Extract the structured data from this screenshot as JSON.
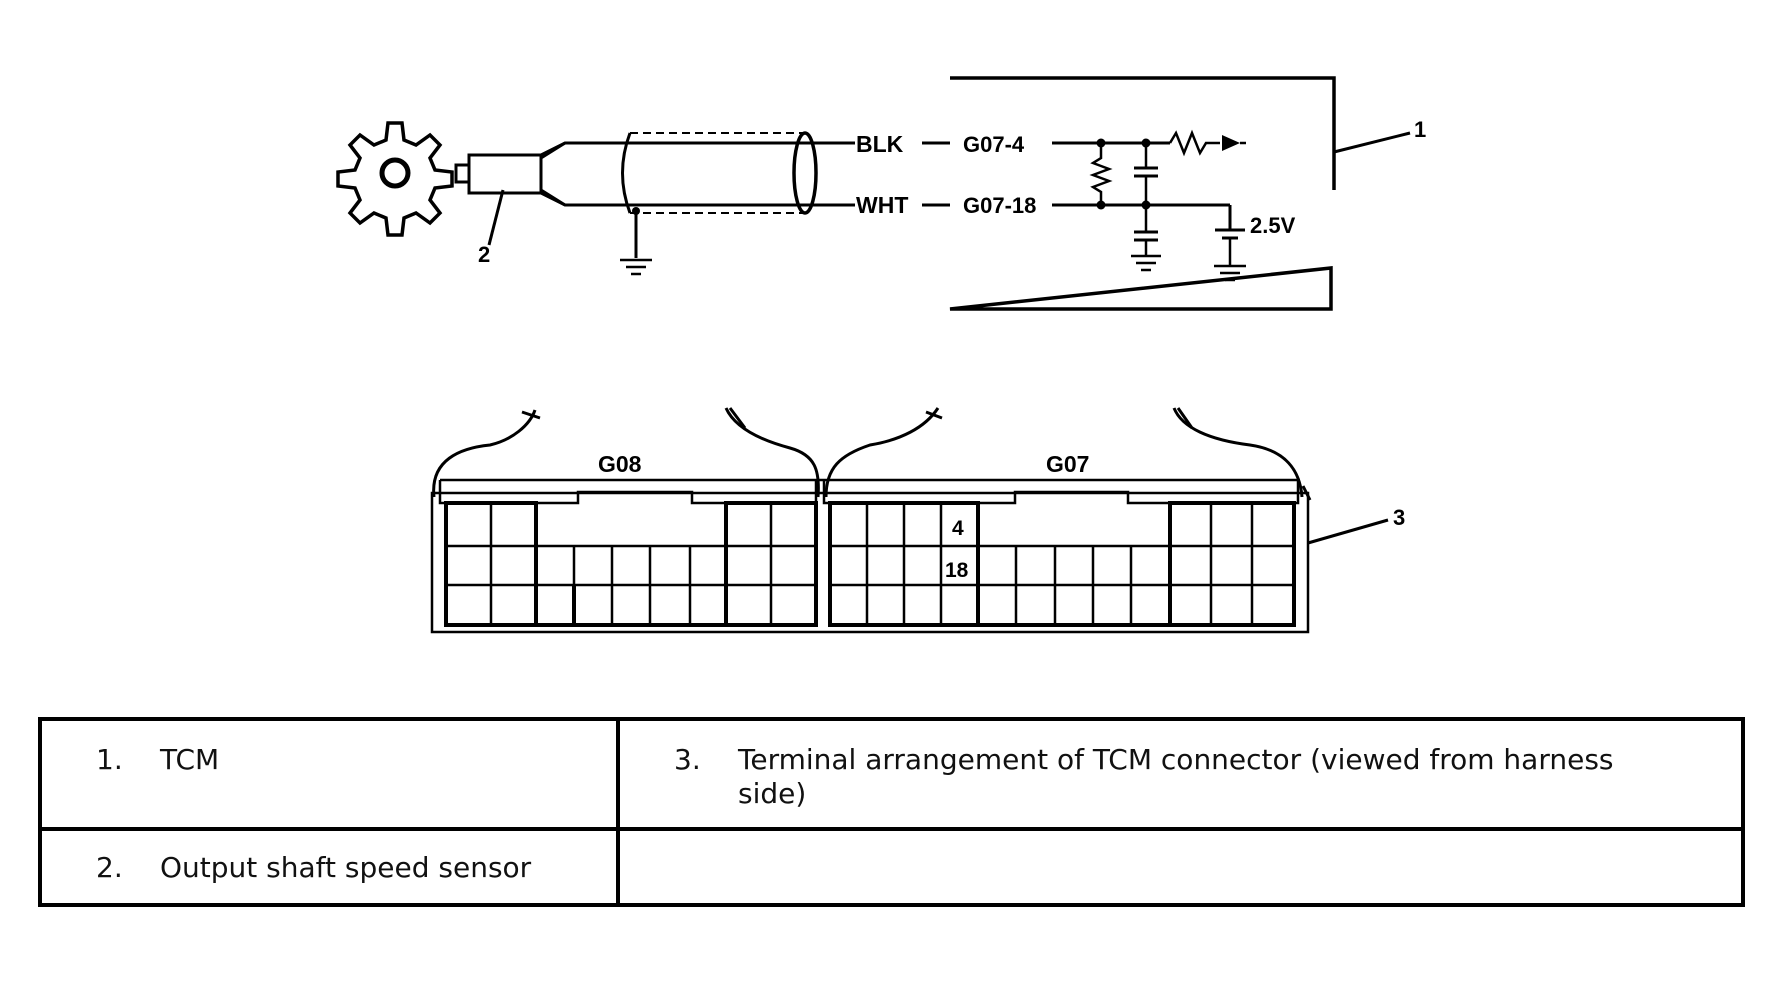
{
  "diagram": {
    "sensor_wires": {
      "wire1": "BLK",
      "wire2": "WHT"
    },
    "tcm_pins": {
      "pin1": "G07-4",
      "pin2": "G07-18"
    },
    "voltage": "2.5V",
    "callouts": {
      "tcm": "1",
      "sensor": "2",
      "connector": "3"
    },
    "connectors": {
      "left": "G08",
      "right": "G07"
    },
    "terminal_labels": {
      "t4": "4",
      "t18": "18"
    },
    "icons": [
      "gear-icon",
      "resistor-icon",
      "capacitor-icon",
      "ground-icon"
    ]
  },
  "legend": {
    "items": [
      {
        "num": "1.",
        "text": "TCM"
      },
      {
        "num": "3.",
        "text": "Terminal arrangement of TCM connector (viewed from harness side)"
      },
      {
        "num": "2.",
        "text": "Output shaft speed sensor"
      }
    ]
  }
}
